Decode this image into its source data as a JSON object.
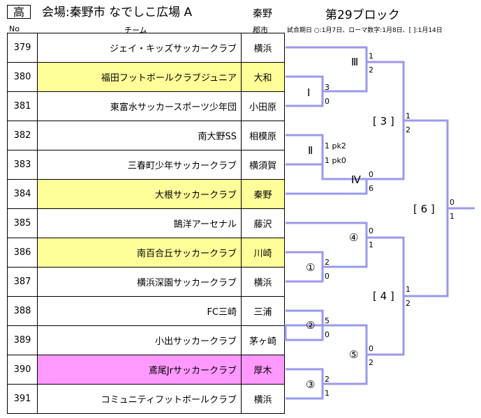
{
  "header": {
    "badge": "高",
    "venue": "会場:秦野市 なでしこ広場 A",
    "venue_city": "秦野",
    "block_title": "第29ブロック",
    "col_no": "No",
    "col_team": "チーム",
    "col_city": "郡市",
    "schedule_note": "試合期日 ○:1月7日、ローマ数字:1月8日、[ ]:1月14日"
  },
  "teams": [
    {
      "no": "379",
      "name": "ジェイ・キッズサッカークラブ",
      "city": "横浜",
      "highlight": "none"
    },
    {
      "no": "380",
      "name": "福田フットボールクラブジュニア",
      "city": "大和",
      "highlight": "yellow"
    },
    {
      "no": "381",
      "name": "東富水サッカースポーツ少年団",
      "city": "小田原",
      "highlight": "none"
    },
    {
      "no": "382",
      "name": "南大野SS",
      "city": "相模原",
      "highlight": "none"
    },
    {
      "no": "383",
      "name": "三春町少年サッカークラブ",
      "city": "横須賀",
      "highlight": "none"
    },
    {
      "no": "384",
      "name": "大根サッカークラブ",
      "city": "秦野",
      "highlight": "yellow"
    },
    {
      "no": "385",
      "name": "鵠洋アーセナル",
      "city": "藤沢",
      "highlight": "none"
    },
    {
      "no": "386",
      "name": "南百合丘サッカークラブ",
      "city": "川崎",
      "highlight": "yellow"
    },
    {
      "no": "387",
      "name": "横浜深園サッカークラブ",
      "city": "横浜",
      "highlight": "none"
    },
    {
      "no": "388",
      "name": "FC三崎",
      "city": "三浦",
      "highlight": "none"
    },
    {
      "no": "389",
      "name": "小出サッカークラブ",
      "city": "茅ヶ崎",
      "highlight": "none"
    },
    {
      "no": "390",
      "name": "鳶尾Jrサッカークラブ",
      "city": "厚木",
      "highlight": "pink"
    },
    {
      "no": "391",
      "name": "コミュニティフットボールクラブ",
      "city": "横浜",
      "highlight": "none"
    }
  ],
  "bracket": {
    "line_color": "#9999ee",
    "round_labels": {
      "I": "Ⅰ",
      "II": "Ⅱ",
      "III": "Ⅲ",
      "IV": "Ⅳ",
      "c1": "①",
      "c2": "②",
      "c3": "③",
      "c4": "④",
      "c5": "⑤",
      "b3": "[ 3 ]",
      "b4": "[ 4 ]",
      "b6": "[ 6 ]"
    },
    "scores": {
      "I_top": "3",
      "I_bot": "0",
      "III_top": "1",
      "III_bot": "2",
      "II_top": "1 pk2",
      "II_bot": "1 pk0",
      "IV_top": "0",
      "IV_bot": "6",
      "b3_top": "1",
      "b3_bot": "2",
      "c1_top": "2",
      "c1_bot": "0",
      "c4_top": "0",
      "c4_bot": "1",
      "c2_top": "5",
      "c2_bot": "0",
      "c3_top": "2",
      "c3_bot": "1",
      "c5_top": "0",
      "c5_bot": "2",
      "b4_top": "1",
      "b4_bot": "2",
      "b6_top": "0",
      "b6_bot": "1"
    }
  }
}
